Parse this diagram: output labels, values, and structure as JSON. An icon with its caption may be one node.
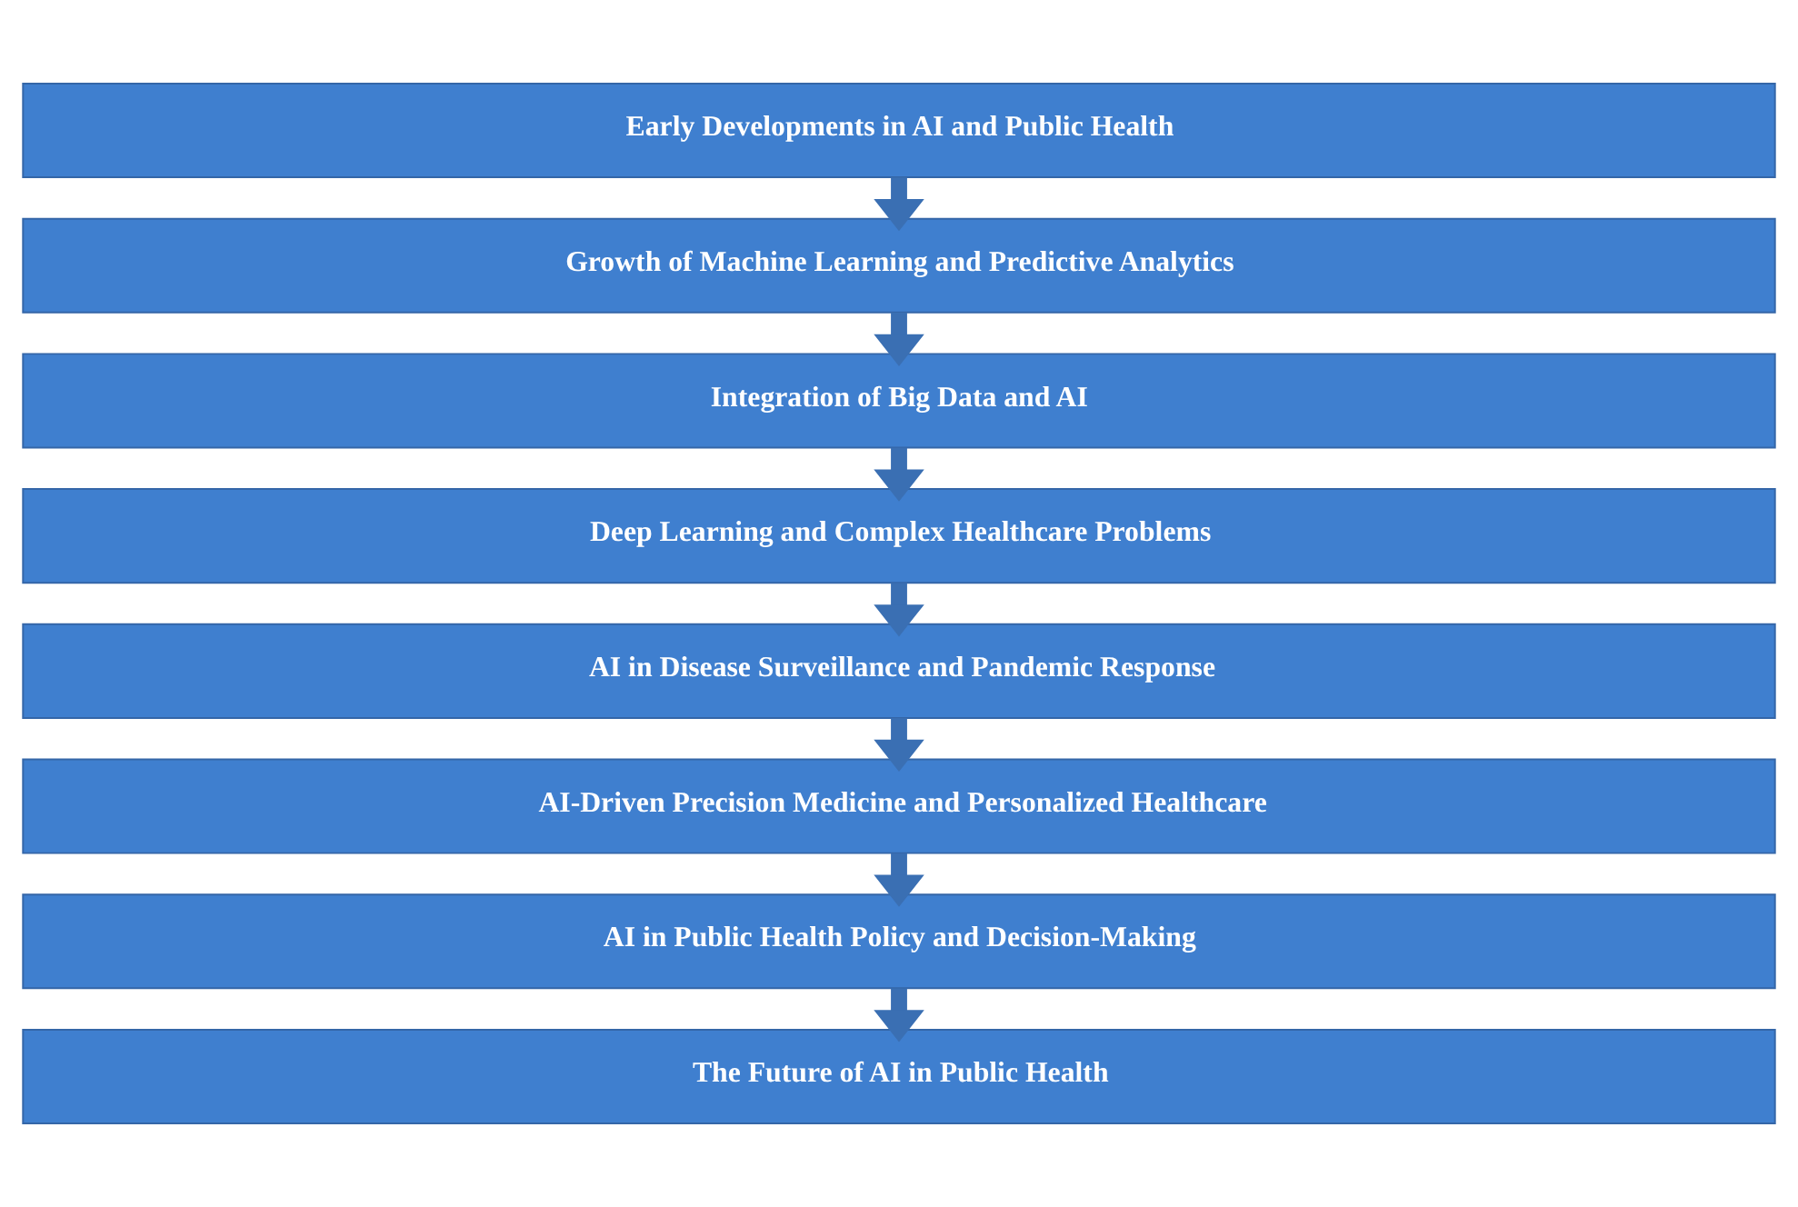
{
  "diagram": {
    "nodes": [
      {
        "text": [
          "Early Developments in AI and Public Health"
        ]
      },
      {
        "text": [
          "Growth of Machine Learning and Predictive Analytics"
        ]
      },
      {
        "text": [
          "Integration of Big Data and AI"
        ]
      },
      {
        "text": [
          "Deep Learning and Complex Healthcare Problems"
        ]
      },
      {
        "text": [
          "AI in Disease Surveillance and Pandemic Response"
        ]
      },
      {
        "text": [
          "AI-Driven Precision Medicine and Personalized Healthcare"
        ]
      },
      {
        "text": [
          "AI in Public Health Policy and Decision-Making"
        ]
      },
      {
        "text": [
          "The Future of AI in Public Health"
        ]
      }
    ],
    "edges": [
      {
        "from": 0,
        "to": 1,
        "arrow": "to"
      },
      {
        "from": 1,
        "to": 2,
        "arrow": "to"
      },
      {
        "from": 2,
        "to": 3,
        "arrow": "to"
      },
      {
        "from": 3,
        "to": 4,
        "arrow": "to"
      },
      {
        "from": 4,
        "to": 5,
        "arrow": "to"
      },
      {
        "from": 5,
        "to": 6,
        "arrow": "to"
      },
      {
        "from": 6,
        "to": 7,
        "arrow": "to"
      }
    ]
  }
}
